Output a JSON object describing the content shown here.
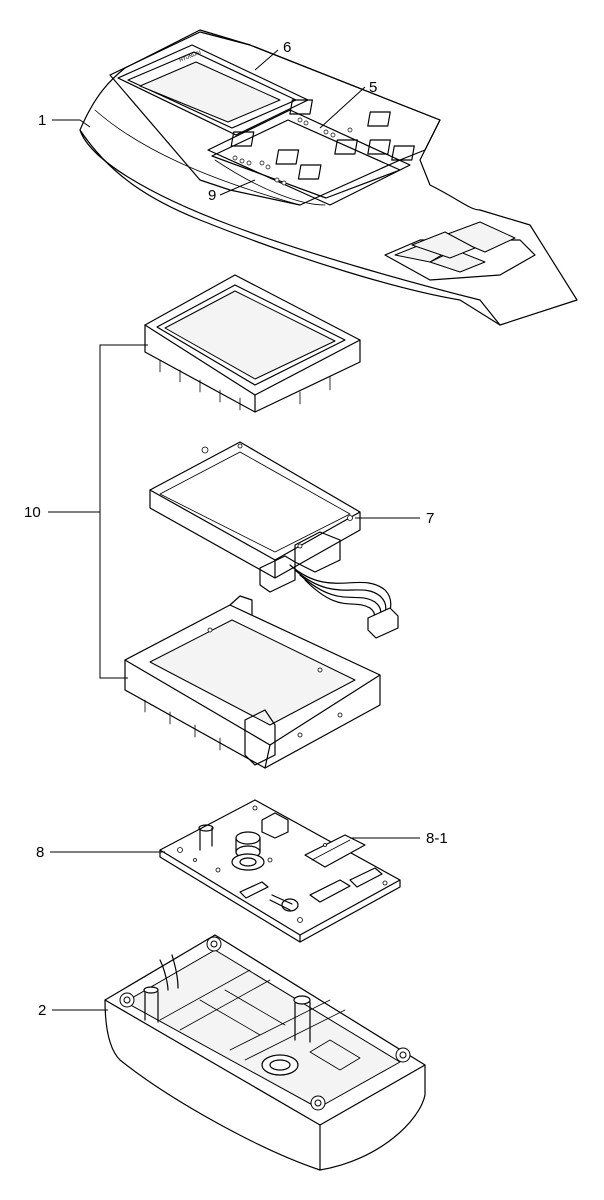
{
  "callouts": {
    "c1": "1",
    "c2": "2",
    "c5": "5",
    "c6": "6",
    "c7": "7",
    "c8": "8",
    "c8_1": "8-1",
    "c9": "9",
    "c10": "10"
  }
}
